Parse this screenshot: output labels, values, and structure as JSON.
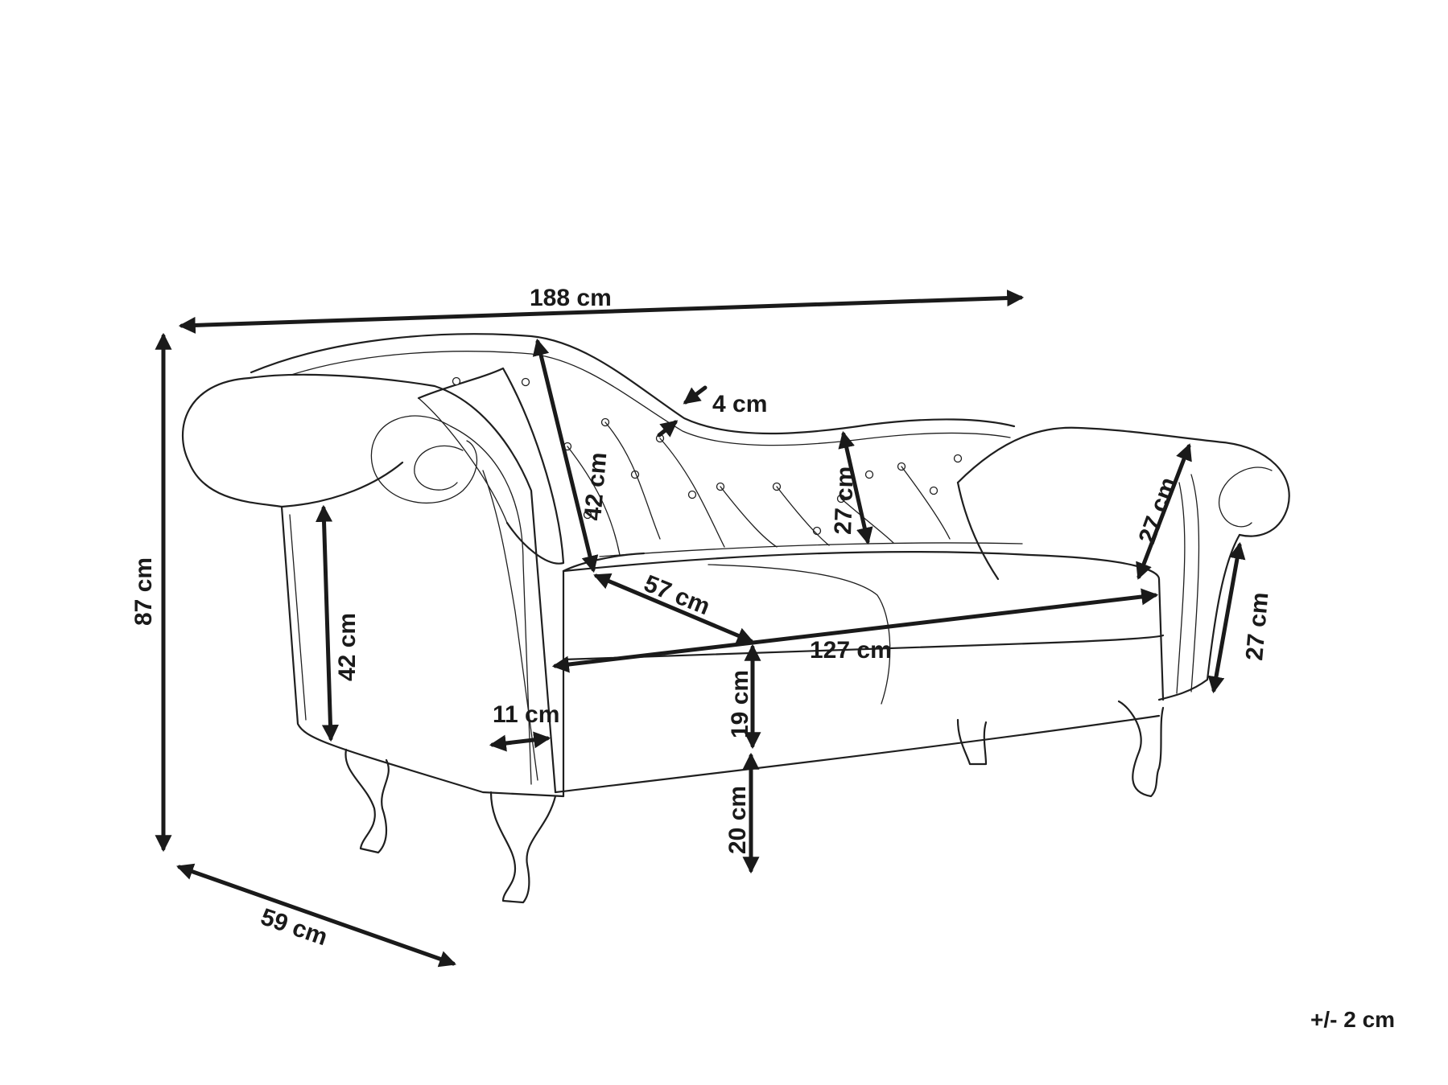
{
  "dimensions": {
    "total_length": "188 cm",
    "total_height": "87 cm",
    "depth": "59 cm",
    "back_height": "42 cm",
    "back_top_thickness": "4 cm",
    "low_back_height": "27 cm",
    "right_arm_height": "27 cm",
    "right_arm_outer_height": "27 cm",
    "left_arm_height": "42 cm",
    "arm_width": "11 cm",
    "seat_depth": "57 cm",
    "seat_length": "127 cm",
    "seat_thickness": "19 cm",
    "leg_height": "20 cm"
  },
  "tolerance": "+/- 2 cm"
}
